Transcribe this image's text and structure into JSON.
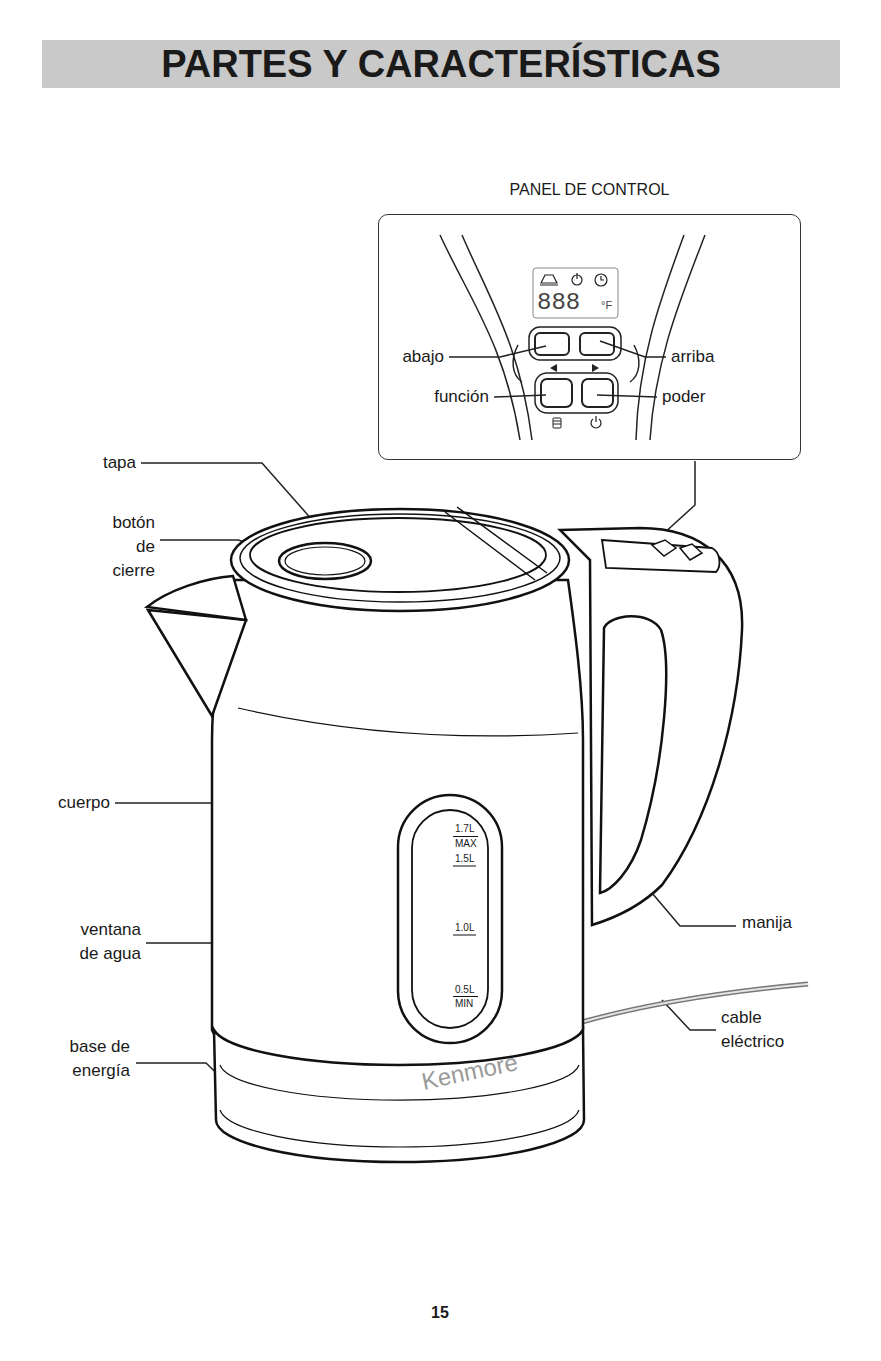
{
  "diagram": {
    "title": "PARTES Y CARACTERÍSTICAS",
    "nodes": [
      {
        "text": [
          "PANEL DE CONTROL"
        ]
      }
    ],
    "labels": [
      "abajo",
      "arriba",
      "función",
      "poder",
      "tapa",
      "botón de cierre",
      "cuerpo",
      "ventana de agua",
      "manija",
      "cable eléctrico",
      "base de energía",
      "1.7L",
      "MAX",
      "1.5L",
      "1.0L",
      "0.5L",
      "MIN",
      "Kenmore",
      "888",
      "°F",
      "15"
    ]
  }
}
